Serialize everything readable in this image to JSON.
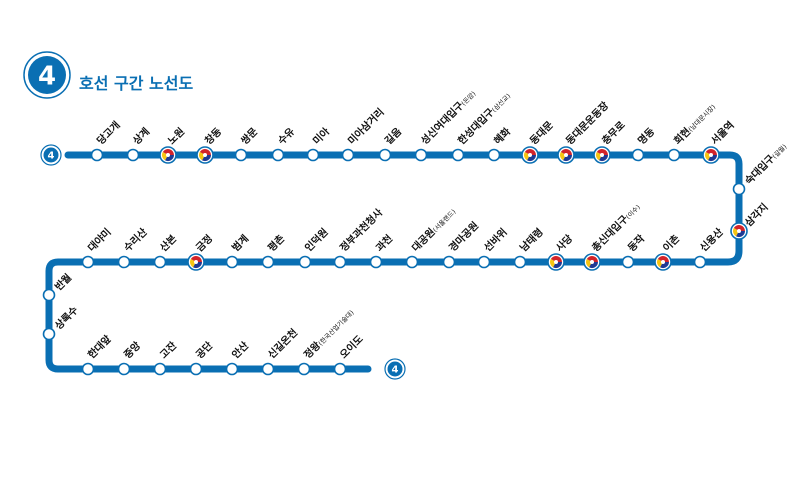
{
  "title": {
    "line_number": "4",
    "text": "호선 구간 노선도"
  },
  "colors": {
    "line": "#0a6fb3",
    "transfer_red": "#d2232a",
    "transfer_blue": "#1f3a93",
    "transfer_yellow": "#f6c512"
  },
  "terminal_badges": {
    "start": "4",
    "end": "4"
  },
  "stations": [
    {
      "name": "당고개",
      "sub": "",
      "transfer": false
    },
    {
      "name": "상계",
      "sub": "",
      "transfer": false
    },
    {
      "name": "노원",
      "sub": "",
      "transfer": true
    },
    {
      "name": "창동",
      "sub": "",
      "transfer": true
    },
    {
      "name": "쌍문",
      "sub": "",
      "transfer": false
    },
    {
      "name": "수유",
      "sub": "",
      "transfer": false
    },
    {
      "name": "미아",
      "sub": "",
      "transfer": false
    },
    {
      "name": "미아삼거리",
      "sub": "",
      "transfer": false
    },
    {
      "name": "길음",
      "sub": "",
      "transfer": false
    },
    {
      "name": "성신여대입구",
      "sub": "(돈암)",
      "transfer": false
    },
    {
      "name": "한성대입구",
      "sub": "(삼선교)",
      "transfer": false
    },
    {
      "name": "혜화",
      "sub": "",
      "transfer": false
    },
    {
      "name": "동대문",
      "sub": "",
      "transfer": true
    },
    {
      "name": "동대문운동장",
      "sub": "",
      "transfer": true
    },
    {
      "name": "충무로",
      "sub": "",
      "transfer": true
    },
    {
      "name": "명동",
      "sub": "",
      "transfer": false
    },
    {
      "name": "회현",
      "sub": "(남대문시장)",
      "transfer": false
    },
    {
      "name": "서울역",
      "sub": "",
      "transfer": true
    },
    {
      "name": "숙대입구",
      "sub": "(갈월)",
      "transfer": false
    },
    {
      "name": "삼각지",
      "sub": "",
      "transfer": true
    },
    {
      "name": "신용산",
      "sub": "",
      "transfer": false
    },
    {
      "name": "이촌",
      "sub": "",
      "transfer": true
    },
    {
      "name": "동작",
      "sub": "",
      "transfer": false
    },
    {
      "name": "총신대입구",
      "sub": "(이수)",
      "transfer": true
    },
    {
      "name": "사당",
      "sub": "",
      "transfer": true
    },
    {
      "name": "남태령",
      "sub": "",
      "transfer": false
    },
    {
      "name": "선바위",
      "sub": "",
      "transfer": false
    },
    {
      "name": "경마공원",
      "sub": "",
      "transfer": false
    },
    {
      "name": "대공원",
      "sub": "(서울랜드)",
      "transfer": false
    },
    {
      "name": "과천",
      "sub": "",
      "transfer": false
    },
    {
      "name": "정부과천청사",
      "sub": "",
      "transfer": false
    },
    {
      "name": "인덕원",
      "sub": "",
      "transfer": false
    },
    {
      "name": "평촌",
      "sub": "",
      "transfer": false
    },
    {
      "name": "범계",
      "sub": "",
      "transfer": false
    },
    {
      "name": "금정",
      "sub": "",
      "transfer": true
    },
    {
      "name": "산본",
      "sub": "",
      "transfer": false
    },
    {
      "name": "수리산",
      "sub": "",
      "transfer": false
    },
    {
      "name": "대야미",
      "sub": "",
      "transfer": false
    },
    {
      "name": "반월",
      "sub": "",
      "transfer": false
    },
    {
      "name": "상록수",
      "sub": "",
      "transfer": false
    },
    {
      "name": "한대앞",
      "sub": "",
      "transfer": false
    },
    {
      "name": "중앙",
      "sub": "",
      "transfer": false
    },
    {
      "name": "고잔",
      "sub": "",
      "transfer": false
    },
    {
      "name": "공단",
      "sub": "",
      "transfer": false
    },
    {
      "name": "안산",
      "sub": "",
      "transfer": false
    },
    {
      "name": "신길온천",
      "sub": "",
      "transfer": false
    },
    {
      "name": "정왕",
      "sub": "(한국산업기술대)",
      "transfer": false
    },
    {
      "name": "오이도",
      "sub": "",
      "transfer": false
    }
  ]
}
